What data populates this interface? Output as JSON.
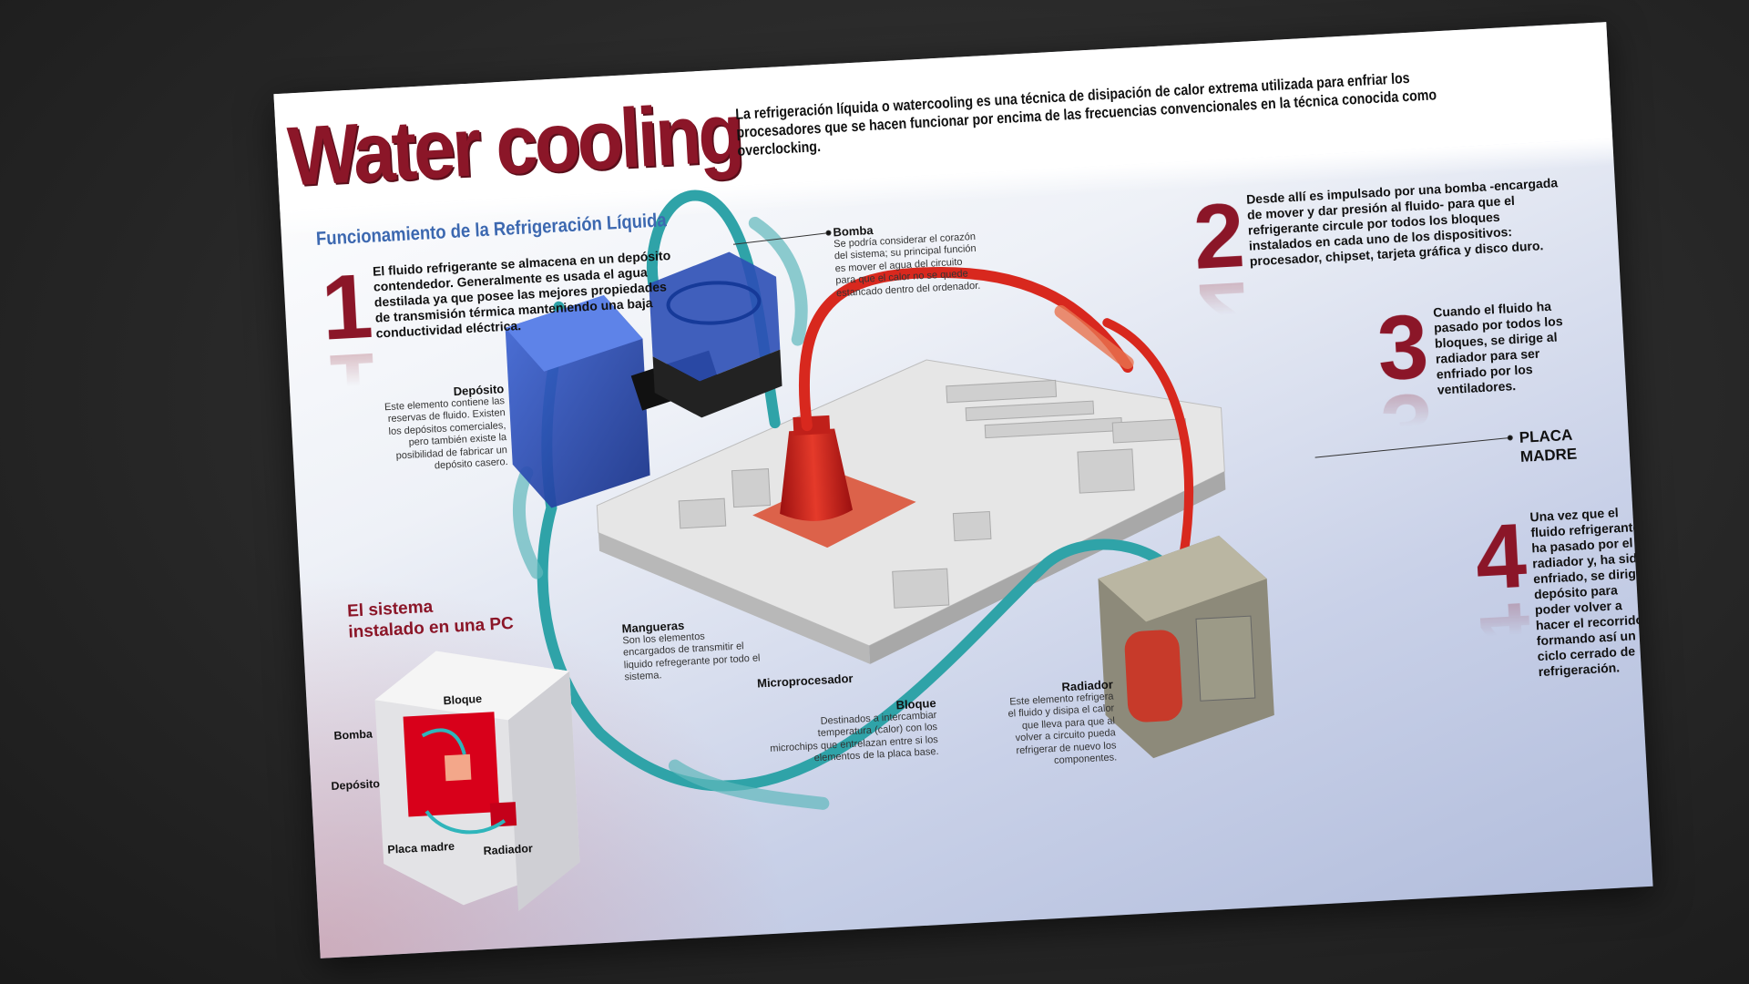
{
  "title": "Water cooling",
  "intro": "La refrigeración líquida o watercooling es una técnica de disipación de calor extrema utilizada para enfriar los procesadores que se hacen funcionar por encima de las frecuencias convencionales en la técnica conocida como overclocking.",
  "subheading": "Funcionamiento de la Refrigeración Líquida",
  "steps": [
    {
      "number": "1",
      "text": "El fluido refrigerante se almacena en un depósito contendedor. Generalmente es usada el agua destilada ya que posee las mejores propiedades de transmisión térmica manteniendo una baja conductividad eléctrica."
    },
    {
      "number": "2",
      "text": "Desde allí es impulsado por una bomba -encargada de mover y dar presión al fluido- para que el refrigerante circule por todos los bloques instalados en cada uno de los dispositivos: procesador, chipset, tarjeta gráfica y disco duro."
    },
    {
      "number": "3",
      "text": "Cuando el fluido ha pasado por todos los bloques, se dirige al radiador para ser enfriado por los ventiladores."
    },
    {
      "number": "4",
      "text": "Una vez que el fluido refrigerante ha pasado por el radiador y, ha sido enfriado, se dirige depósito para poder volver a hacer el recorrido, formando así un ciclo cerrado de refrigeración."
    }
  ],
  "labels": {
    "deposito": {
      "title": "Depósito",
      "text": "Este elemento contiene las reservas de fluido. Existen los depósitos comerciales, pero también existe la posibilidad de fabricar un depósito casero."
    },
    "bomba": {
      "title": "Bomba",
      "text": "Se podría considerar el corazón del sistema; su principal función es mover el agua del circuito para que el calor no se quede estancado dentro del ordenador."
    },
    "mangueras": {
      "title": "Mangueras",
      "text": "Son los elementos encargados de transmitir el liquido refregerante por todo el sistema."
    },
    "microprocesador": {
      "title": "Microprocesador"
    },
    "bloque": {
      "title": "Bloque",
      "text": "Destinados a intercambiar temperatura (calor) con los microchips que entrelazan entre si los elementos de la placa base."
    },
    "radiador": {
      "title": "Radiador",
      "text": "Este elemento refrigera el fluido y disipa el calor que lleva para que al volver a circuito pueda refrigerar de nuevo los componentes."
    },
    "placa_madre": {
      "line1": "PLACA",
      "line2": "MADRE"
    }
  },
  "pc_system": {
    "title_line1": "El sistema",
    "title_line2": "instalado en una PC",
    "labels": [
      "Bomba",
      "Bloque",
      "Depósito",
      "Placa madre",
      "Radiador"
    ]
  },
  "colors": {
    "brand_red": "#8b1628",
    "heading_blue": "#3c68b0",
    "hose_teal": "#2fa3a8",
    "hot_red": "#d8281e",
    "tank_blue": "#2c4fb5"
  }
}
